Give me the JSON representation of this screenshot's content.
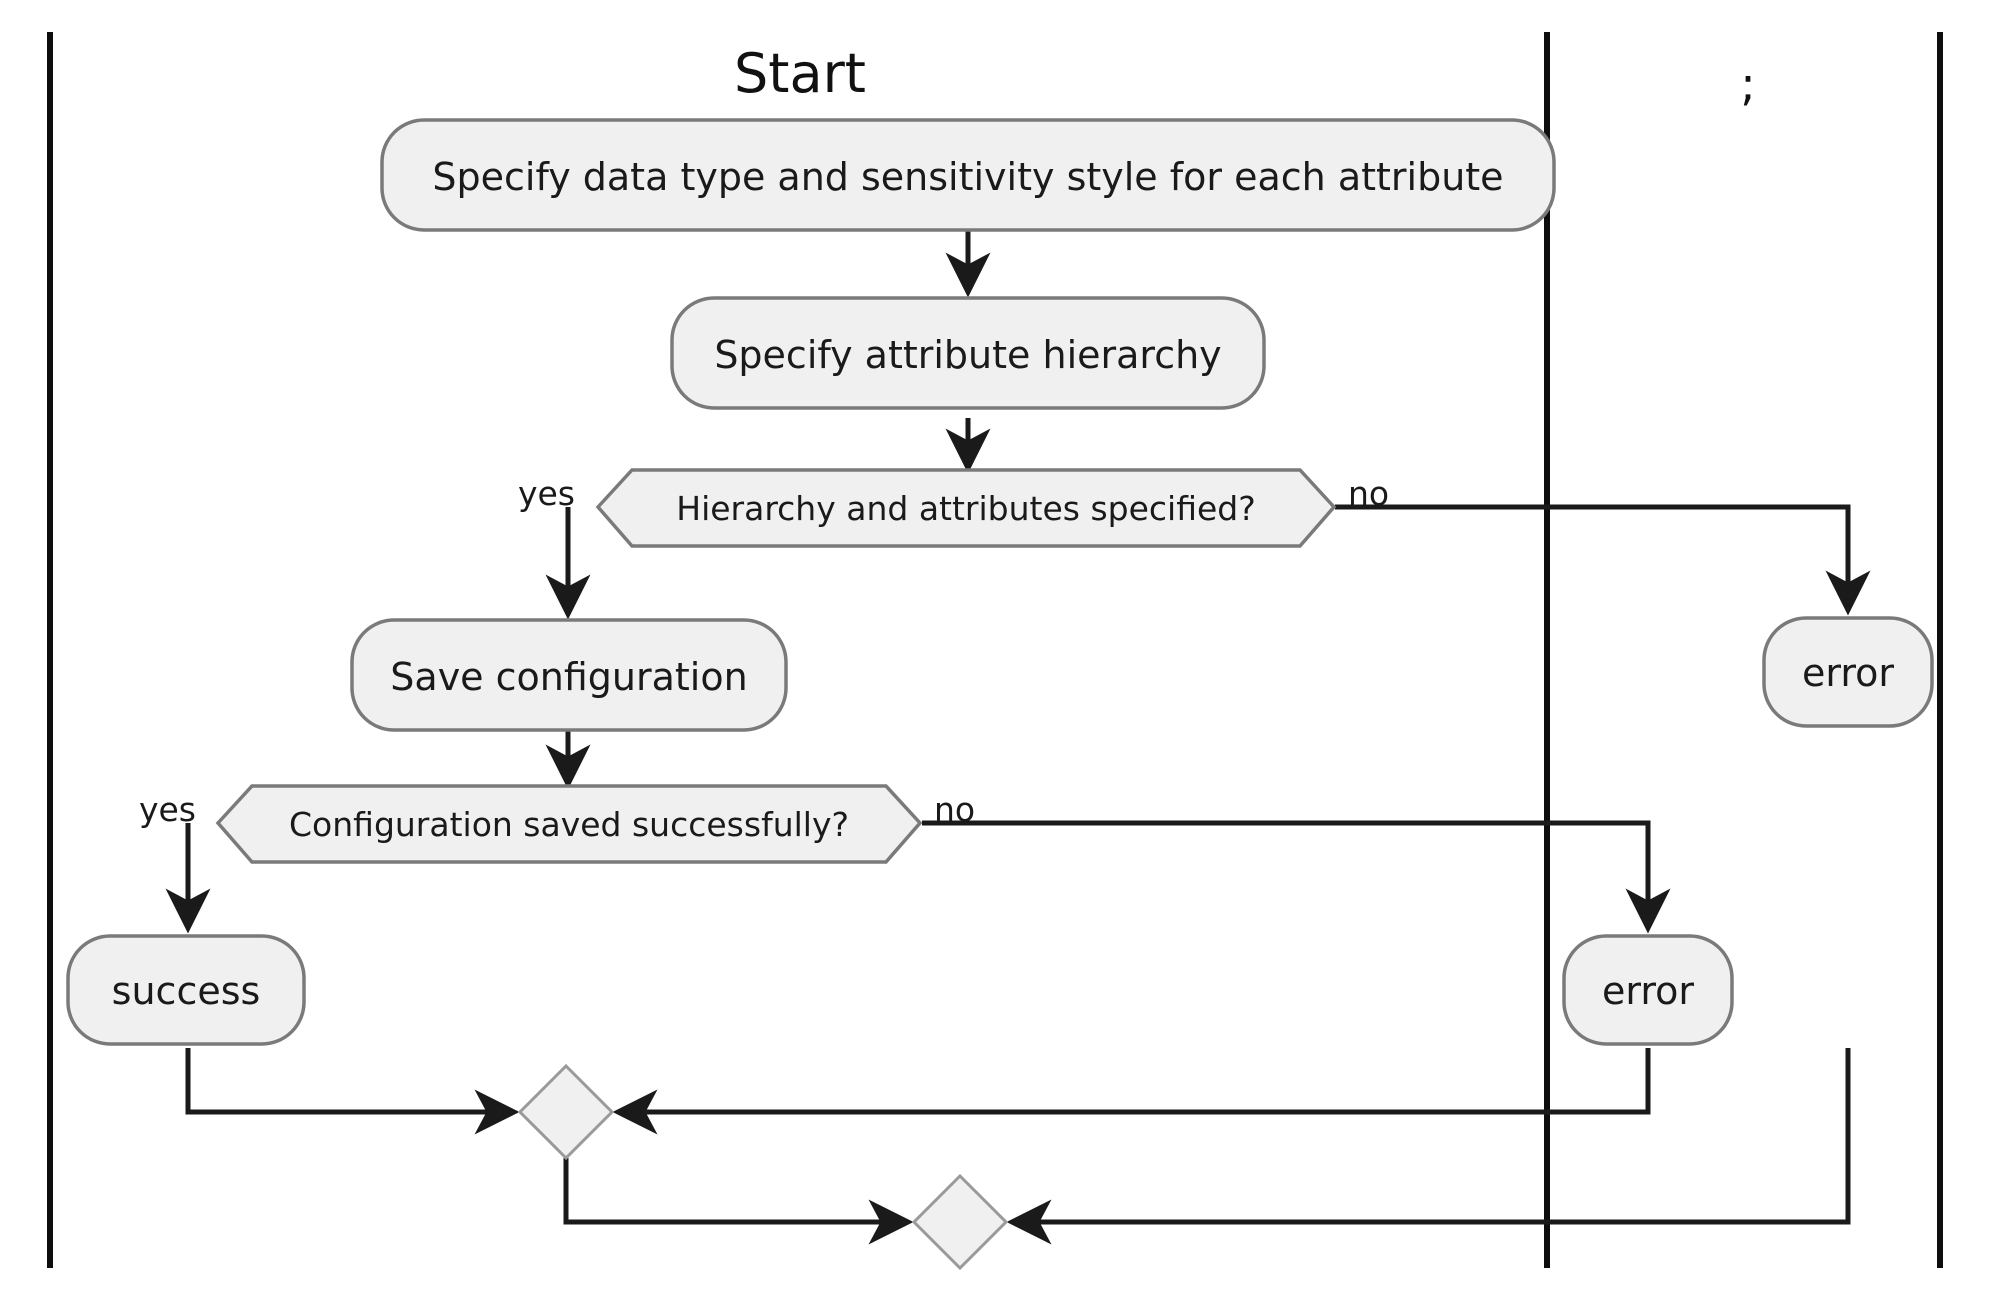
{
  "diagram": {
    "type": "uml-activity-diagram",
    "title": "Start",
    "stray_token": ";",
    "colors": {
      "node_fill": "#f0f0f0",
      "node_stroke": "#7a7a7a",
      "edge": "#1a1a1a",
      "swimlane": "#0d0d0d",
      "background": "#ffffff",
      "text": "#1a1a1a"
    },
    "activities": [
      {
        "id": "a1",
        "label": "Specify data type and sensitivity style for each attribute"
      },
      {
        "id": "a2",
        "label": "Specify attribute hierarchy"
      },
      {
        "id": "a3",
        "label": "Save configuration"
      }
    ],
    "decisions": [
      {
        "id": "d1",
        "label": "Hierarchy and attributes specified?",
        "yes_label": "yes",
        "no_label": "no"
      },
      {
        "id": "d2",
        "label": "Configuration saved successfully?",
        "yes_label": "yes",
        "no_label": "no"
      }
    ],
    "end_nodes": [
      {
        "id": "e1",
        "label": "error"
      },
      {
        "id": "e2",
        "label": "error"
      },
      {
        "id": "s1",
        "label": "success"
      }
    ],
    "merge_nodes": [
      {
        "id": "m1"
      },
      {
        "id": "m2"
      }
    ],
    "swimlane_dividers": 3
  }
}
